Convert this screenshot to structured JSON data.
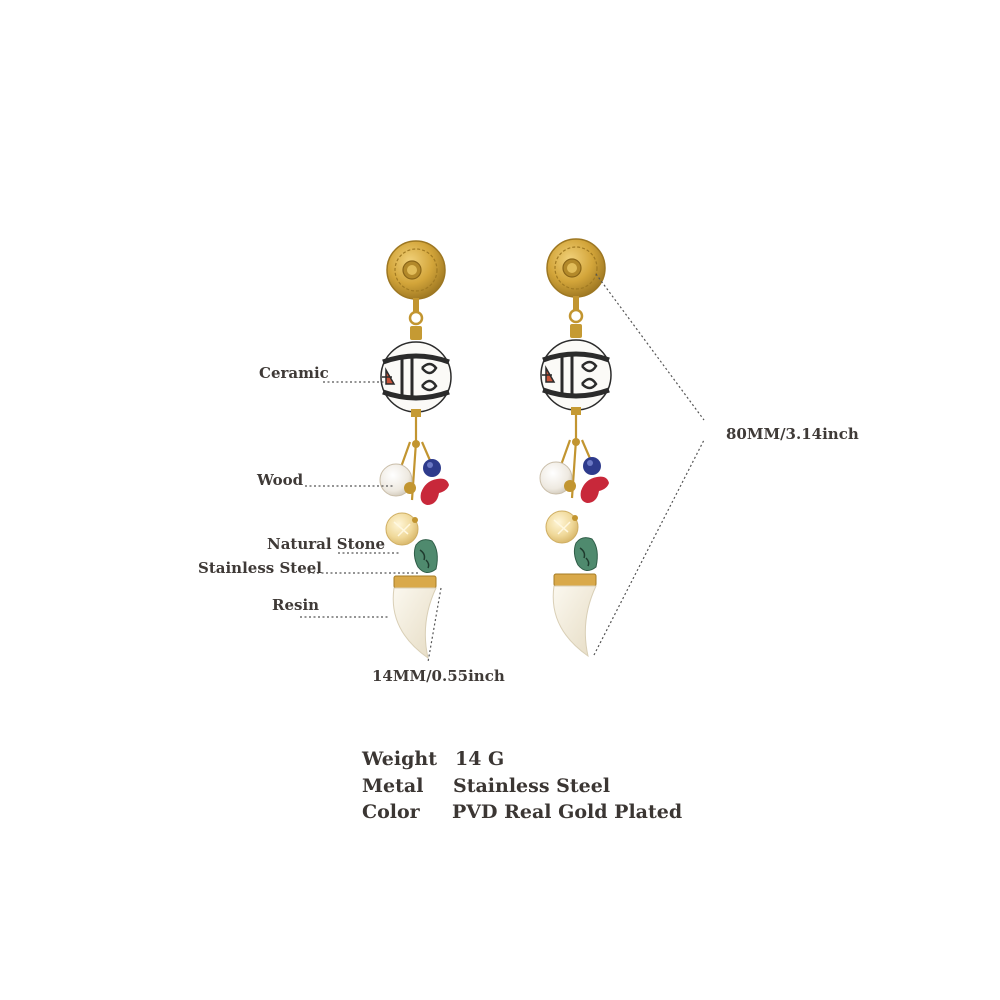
{
  "labels": {
    "ceramic": "Ceramic",
    "wood": "Wood",
    "natural_stone": "Natural Stone",
    "stainless_steel": "Stainless Steel",
    "resin": "Resin",
    "length": "80MM/3.14inch",
    "width": "14MM/0.55inch"
  },
  "specs": [
    {
      "key": "Weight",
      "value": "14 G"
    },
    {
      "key": "Metal",
      "value": "Stainless Steel"
    },
    {
      "key": "Color",
      "value": "PVD Real Gold Plated"
    }
  ],
  "colors": {
    "gold": "#c9992a",
    "ceramic_line": "#2b2b2b",
    "red_coral": "#c8283a",
    "lapis": "#2e3b8c",
    "green_stone": "#4f8a6e",
    "resin": "#f4efe2"
  }
}
